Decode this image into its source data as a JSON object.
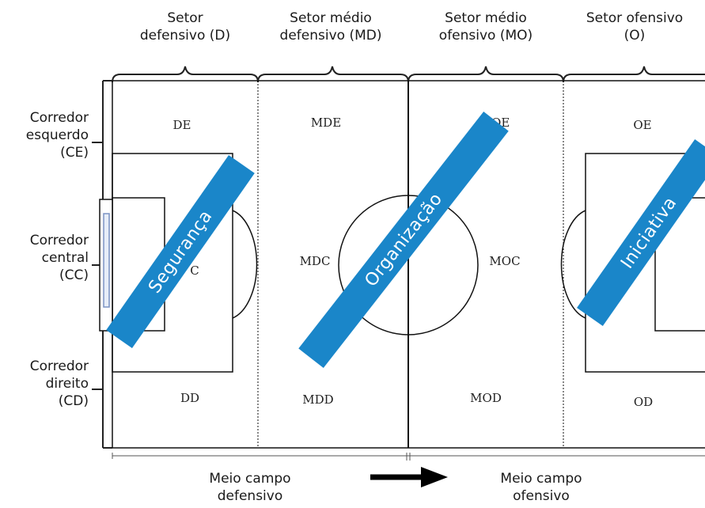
{
  "sectors": [
    {
      "id": "d",
      "label": "Setor\ndefensivo (D)"
    },
    {
      "id": "md",
      "label": "Setor médio\ndefensivo (MD)"
    },
    {
      "id": "mo",
      "label": "Setor médio\nofensivo (MO)"
    },
    {
      "id": "o",
      "label": "Setor ofensivo\n(O)"
    }
  ],
  "corridors": [
    {
      "id": "ce",
      "label": "Corredor\nesquerdo\n(CE)"
    },
    {
      "id": "cc",
      "label": "Corredor\ncentral\n(CC)"
    },
    {
      "id": "cd",
      "label": "Corredor\ndireito\n(CD)"
    }
  ],
  "zones": {
    "de": "DE",
    "mde": "MDE",
    "moe": "MOE",
    "oe": "OE",
    "dc": "C",
    "mdc": "MDC",
    "moc": "MOC",
    "dd": "DD",
    "mdd": "MDD",
    "mod": "MOD",
    "od": "OD"
  },
  "bands": {
    "seguranca": "Segurança",
    "organizacao": "Organização",
    "iniciativa": "Iniciativa",
    "color": "#1a86c9"
  },
  "halves": {
    "defensive": "Meio campo\ndefensivo",
    "offensive": "Meio campo\nofensivo"
  }
}
